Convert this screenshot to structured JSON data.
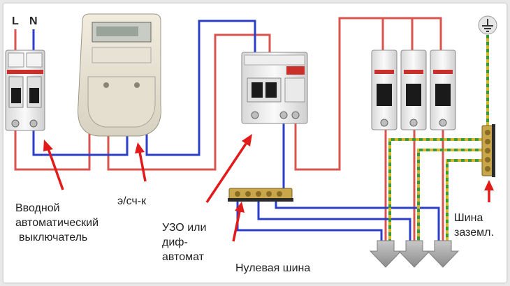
{
  "terminals": {
    "line": "L",
    "neutral": "N"
  },
  "labels": {
    "input_breaker": [
      "Вводной",
      "автоматический",
      "выключатель"
    ],
    "meter": "э/сч-к",
    "rcd": [
      "УЗО или",
      "диф-",
      "автомат"
    ],
    "neutral_bus": "Нулевая шина",
    "ground_bus": [
      "Шина",
      "заземл."
    ]
  },
  "colors": {
    "phase": "#d9534f",
    "neutral": "#2b3fc9",
    "earth_a": "#d4b82a",
    "earth_b": "#3a9a3a",
    "arrow": "#e11a1a"
  },
  "icons": [
    "ground-symbol-icon",
    "output-arrow-icon"
  ]
}
